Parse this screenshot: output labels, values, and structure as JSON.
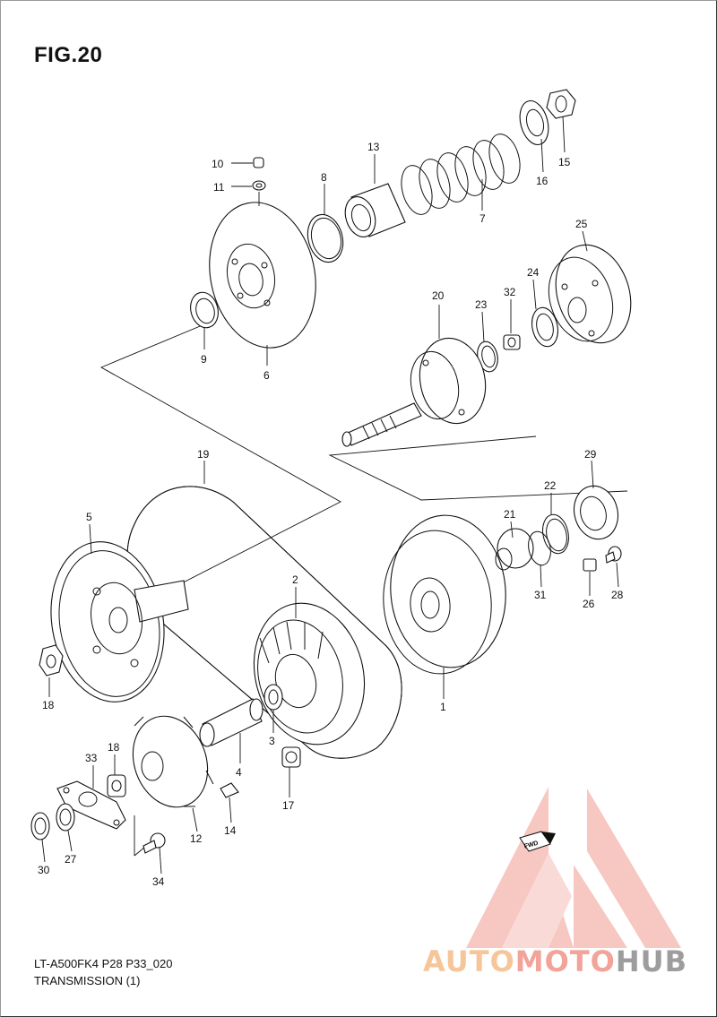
{
  "figure": {
    "title": "FIG.20",
    "code": "LT-A500FK4 P28 P33_020",
    "description": "TRANSMISSION (1)"
  },
  "callouts": [
    {
      "id": "c10",
      "label": "10"
    },
    {
      "id": "c11",
      "label": "11"
    },
    {
      "id": "c8",
      "label": "8"
    },
    {
      "id": "c13",
      "label": "13"
    },
    {
      "id": "c7",
      "label": "7"
    },
    {
      "id": "c16",
      "label": "16"
    },
    {
      "id": "c15",
      "label": "15"
    },
    {
      "id": "c9",
      "label": "9"
    },
    {
      "id": "c6",
      "label": "6"
    },
    {
      "id": "c25",
      "label": "25"
    },
    {
      "id": "c24",
      "label": "24"
    },
    {
      "id": "c20",
      "label": "20"
    },
    {
      "id": "c23",
      "label": "23"
    },
    {
      "id": "c32",
      "label": "32"
    },
    {
      "id": "c19",
      "label": "19"
    },
    {
      "id": "c29",
      "label": "29"
    },
    {
      "id": "c22",
      "label": "22"
    },
    {
      "id": "c21",
      "label": "21"
    },
    {
      "id": "c5",
      "label": "5"
    },
    {
      "id": "c2",
      "label": "2"
    },
    {
      "id": "c31",
      "label": "31"
    },
    {
      "id": "c26",
      "label": "26"
    },
    {
      "id": "c28",
      "label": "28"
    },
    {
      "id": "c1",
      "label": "1"
    },
    {
      "id": "c18a",
      "label": "18"
    },
    {
      "id": "c3",
      "label": "3"
    },
    {
      "id": "c4",
      "label": "4"
    },
    {
      "id": "c18b",
      "label": "18"
    },
    {
      "id": "c33",
      "label": "33"
    },
    {
      "id": "c17",
      "label": "17"
    },
    {
      "id": "c14",
      "label": "14"
    },
    {
      "id": "c12",
      "label": "12"
    },
    {
      "id": "c30",
      "label": "30"
    },
    {
      "id": "c27",
      "label": "27"
    },
    {
      "id": "c34",
      "label": "34"
    }
  ],
  "direction_tag": "FWD",
  "watermark": {
    "part1": "AUTO",
    "part2": "MOTO",
    "part3": "HUB",
    "colors": {
      "auto": "#f6c69a",
      "moto": "#f2a39a",
      "hub": "#9d9d9d",
      "logo": "#f29a92"
    }
  }
}
